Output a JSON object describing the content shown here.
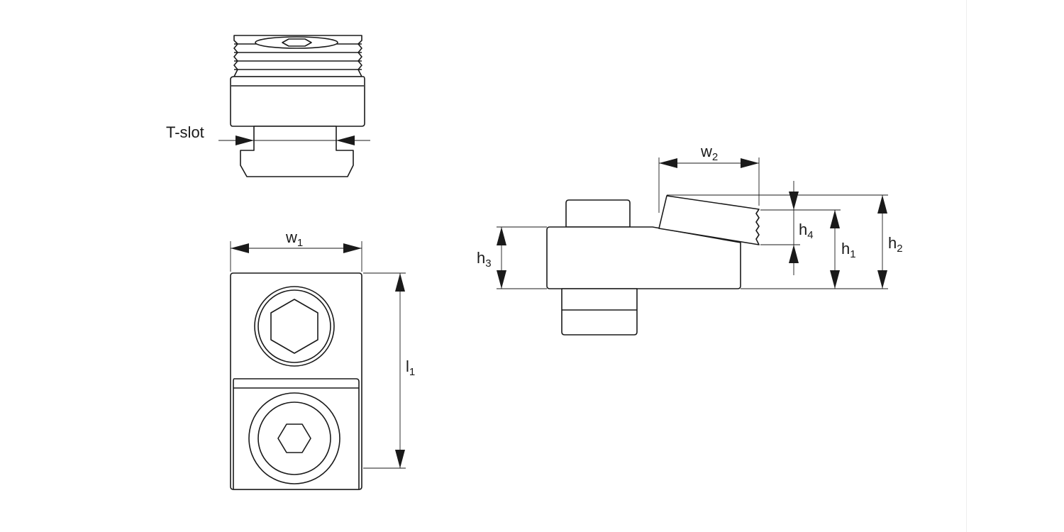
{
  "labels": {
    "tslot": "T-slot",
    "w1": {
      "base": "w",
      "sub": "1"
    },
    "l1": {
      "base": "l",
      "sub": "1"
    },
    "w2": {
      "base": "w",
      "sub": "2"
    },
    "h1": {
      "base": "h",
      "sub": "1"
    },
    "h2": {
      "base": "h",
      "sub": "2"
    },
    "h3": {
      "base": "h",
      "sub": "3"
    },
    "h4": {
      "base": "h",
      "sub": "4"
    }
  },
  "colors": {
    "line": "#1a1a1a",
    "background": "#ffffff"
  }
}
